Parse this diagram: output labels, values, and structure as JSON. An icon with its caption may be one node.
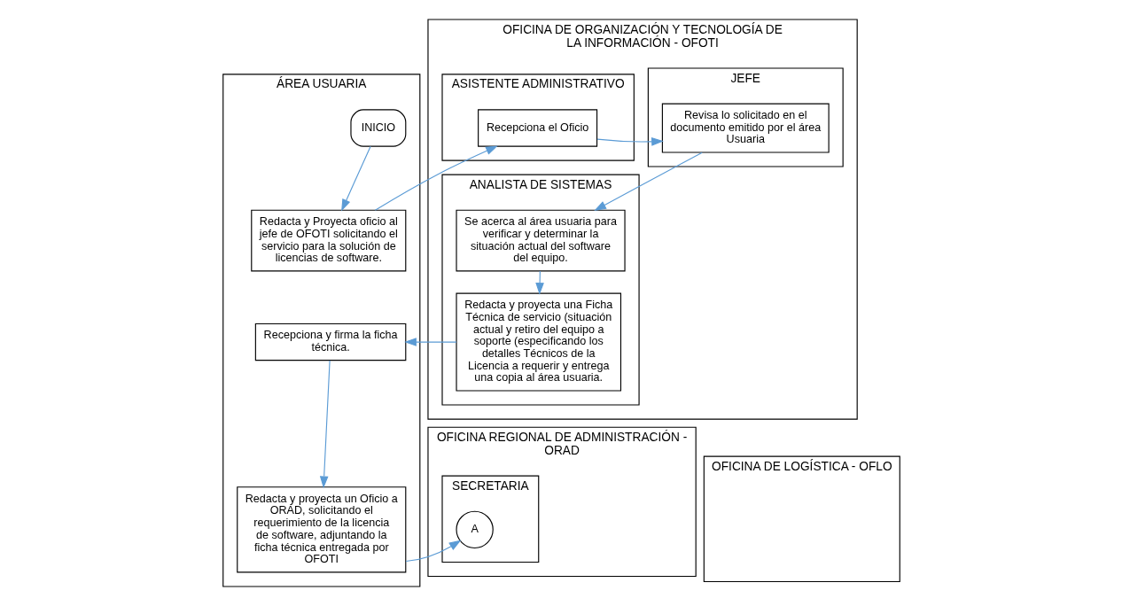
{
  "diagram": {
    "nodes": [
      {
        "text": [
          "ÁREA USUARIA"
        ]
      },
      {
        "text": [
          "OFICINA DE ORGANIZACIÓN Y TECNOLOGÍA DE LA INFORMACIÓN - OFOTI"
        ]
      },
      {
        "text": [
          "ASISTENTE ADMINISTRATIVO"
        ],
        "in": 1
      },
      {
        "text": [
          "JEFE"
        ],
        "in": 1
      },
      {
        "text": [
          "ANALISTA DE SISTEMAS"
        ],
        "in": 1
      },
      {
        "text": [
          "OFICINA REGIONAL DE ADMINISTRACIÓN - ORAD"
        ]
      },
      {
        "text": [
          "SECRETARIA"
        ],
        "in": 5
      },
      {
        "text": [
          "OFICINA DE LOGÍSTICA - OFLO"
        ]
      },
      {
        "text": [
          "INICIO"
        ],
        "in": 0
      },
      {
        "text": [
          "Redacta y Proyecta oficio al jefe de OFOTI solicitando el servicio para la solución de licencias de software."
        ],
        "in": 0
      },
      {
        "text": [
          "Recepciona el Oficio"
        ],
        "in": 2
      },
      {
        "text": [
          "Revisa lo solicitado en el documento emitido por el área Usuaria"
        ],
        "in": 3
      },
      {
        "text": [
          "Se acerca al área usuaria para verificar y determinar la situación actual del software del equipo."
        ],
        "in": 4
      },
      {
        "text": [
          "Redacta y proyecta una Ficha Técnica de servicio (situación actual y retiro del equipo a soporte (especificando los detalles Técnicos de la Licencia a requerir y entrega una copia al área usuaria."
        ],
        "in": 4
      },
      {
        "text": [
          "Recepciona y firma la ficha técnica."
        ],
        "in": 0
      },
      {
        "text": [
          "Redacta y proyecta un Oficio a ORAD, solicitando el requerimiento de la licencia de software, adjuntando la ficha técnica entregada por OFOTI"
        ],
        "in": 0
      },
      {
        "text": [
          "A"
        ],
        "in": 6
      }
    ],
    "edges": [
      {
        "from": 8,
        "to": 9,
        "arrow": "to"
      },
      {
        "from": 9,
        "to": 10,
        "arrow": "to"
      },
      {
        "from": 10,
        "to": 11,
        "arrow": "to"
      },
      {
        "from": 11,
        "to": 12,
        "arrow": "to"
      },
      {
        "from": 12,
        "to": 13,
        "arrow": "to"
      },
      {
        "from": 13,
        "to": 14,
        "arrow": "to"
      },
      {
        "from": 14,
        "to": 15,
        "arrow": "to"
      },
      {
        "from": 15,
        "to": 16,
        "arrow": "to"
      }
    ]
  }
}
